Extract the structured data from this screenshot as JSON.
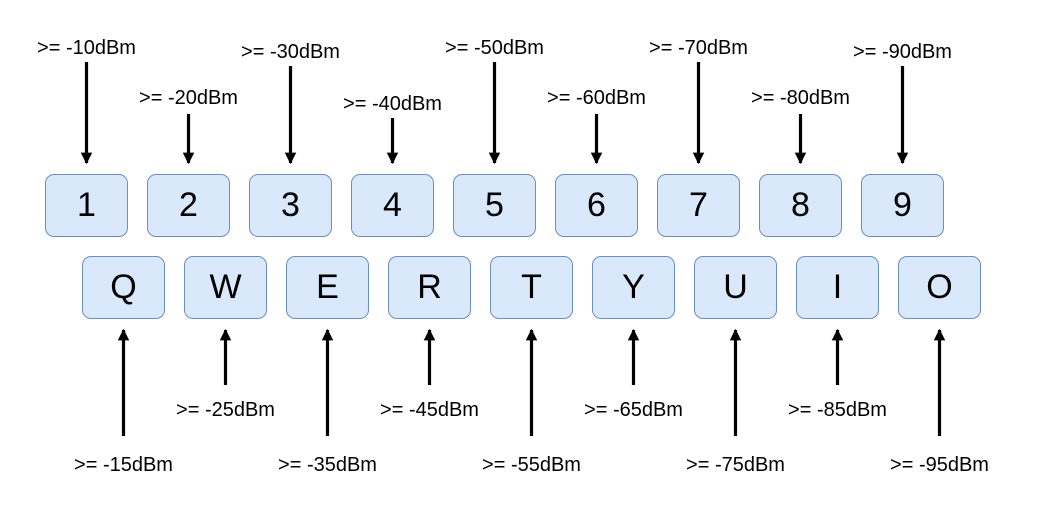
{
  "colors": {
    "key_fill": "#dae8fc",
    "key_border": "#6c8ebf",
    "arrow": "#000000",
    "text": "#000000"
  },
  "top_row": {
    "keys": [
      "1",
      "2",
      "3",
      "4",
      "5",
      "6",
      "7",
      "8",
      "9"
    ],
    "thresholds": [
      ">= -10dBm",
      ">= -20dBm",
      ">= -30dBm",
      ">= -40dBm",
      ">= -50dBm",
      ">= -60dBm",
      ">= -70dBm",
      ">= -80dBm",
      ">= -90dBm"
    ]
  },
  "bottom_row": {
    "keys": [
      "Q",
      "W",
      "E",
      "R",
      "T",
      "Y",
      "U",
      "I",
      "O"
    ],
    "thresholds": [
      ">= -15dBm",
      ">= -25dBm",
      ">= -35dBm",
      ">= -45dBm",
      ">= -55dBm",
      ">= -65dBm",
      ">= -75dBm",
      ">= -85dBm",
      ">= -95dBm"
    ]
  }
}
